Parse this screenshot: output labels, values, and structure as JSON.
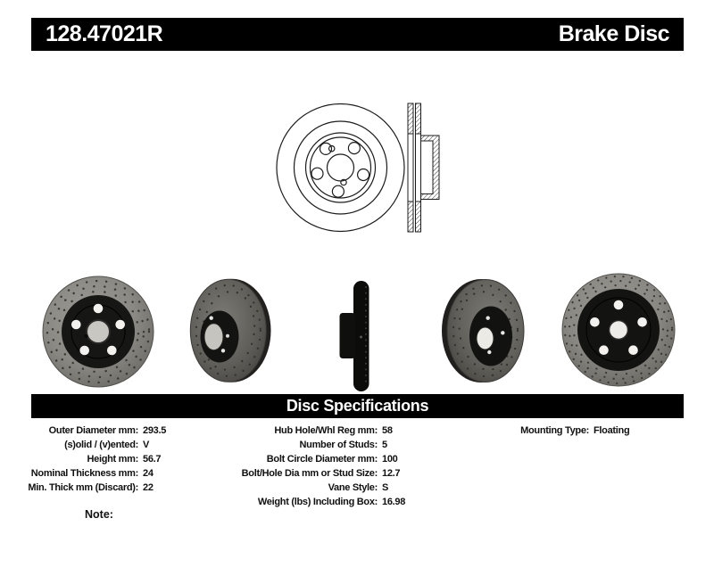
{
  "header": {
    "part_number": "128.47021R",
    "product_type": "Brake Disc"
  },
  "specs": {
    "title": "Disc Specifications",
    "left": [
      {
        "label": "Outer Diameter mm:",
        "value": "293.5"
      },
      {
        "label": "(s)olid / (v)ented:",
        "value": "V"
      },
      {
        "label": "Height mm:",
        "value": "56.7"
      },
      {
        "label": "Nominal Thickness mm:",
        "value": "24"
      },
      {
        "label": "Min. Thick mm (Discard):",
        "value": "22"
      }
    ],
    "center": [
      {
        "label": "Hub Hole/Whl Reg mm:",
        "value": "58"
      },
      {
        "label": "Number of Studs:",
        "value": "5"
      },
      {
        "label": "Bolt Circle Diameter mm:",
        "value": "100"
      },
      {
        "label": "Bolt/Hole Dia mm or Stud Size:",
        "value": "12.7"
      },
      {
        "label": "Vane Style:",
        "value": "S"
      },
      {
        "label": "Weight (lbs) Including Box:",
        "value": "16.98"
      }
    ],
    "right": [
      {
        "label": "Mounting Type:",
        "value": "Floating"
      }
    ]
  },
  "note_label": "Note:",
  "images": {
    "technical_drawing": "brake-disc-front-and-side-cross-section",
    "photos": [
      "rotor-front-view",
      "rotor-angled-view-left",
      "rotor-edge-view",
      "rotor-angled-view-right",
      "rotor-rear-view"
    ]
  },
  "colors": {
    "bar_bg": "#000000",
    "bar_text": "#ffffff",
    "page_bg": "#ffffff",
    "body_text": "#111111",
    "rotor_gray": "#8b8983",
    "rotor_black": "#141414"
  }
}
